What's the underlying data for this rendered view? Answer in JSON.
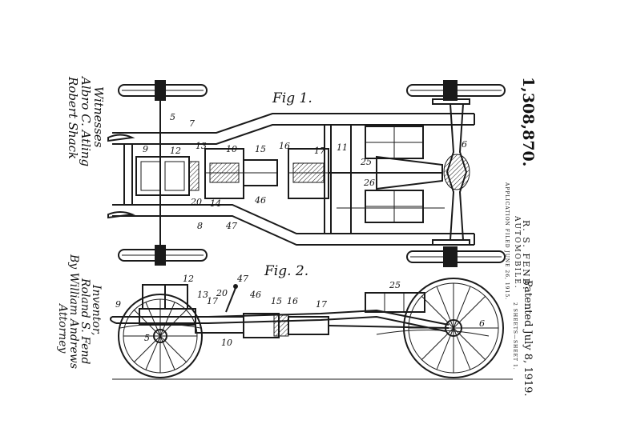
{
  "patent": {
    "number": "1,308,870.",
    "inventor_name": "R. S. FEND.",
    "title": "AUTOMOBILE.",
    "application_line": "APPLICATION FILED JUNE 26, 1915.",
    "patented_line": "Patented July 8, 1919.",
    "sheet_line": "2 SHEETS—SHEET 1."
  },
  "figures": {
    "fig1_label": "Fig 1.",
    "fig2_label": "Fig. 2."
  },
  "witnesses": {
    "heading": "Witnesses",
    "sig1": "Albro C. Atling",
    "sig2": "Robert Shack"
  },
  "inventor_block": {
    "heading": "Inventor,",
    "name": "Roland S. Fend",
    "by_line": "By William Andrews",
    "role": "Attorney"
  },
  "fig1_refs": [
    "5",
    "7",
    "9",
    "12",
    "13",
    "10",
    "15",
    "16",
    "17",
    "11",
    "6",
    "25",
    "26",
    "20",
    "14",
    "8",
    "47",
    "46"
  ],
  "fig2_refs": [
    "12",
    "13",
    "47",
    "20",
    "17",
    "46",
    "15",
    "16",
    "17",
    "25",
    "9",
    "5",
    "10",
    "6"
  ]
}
